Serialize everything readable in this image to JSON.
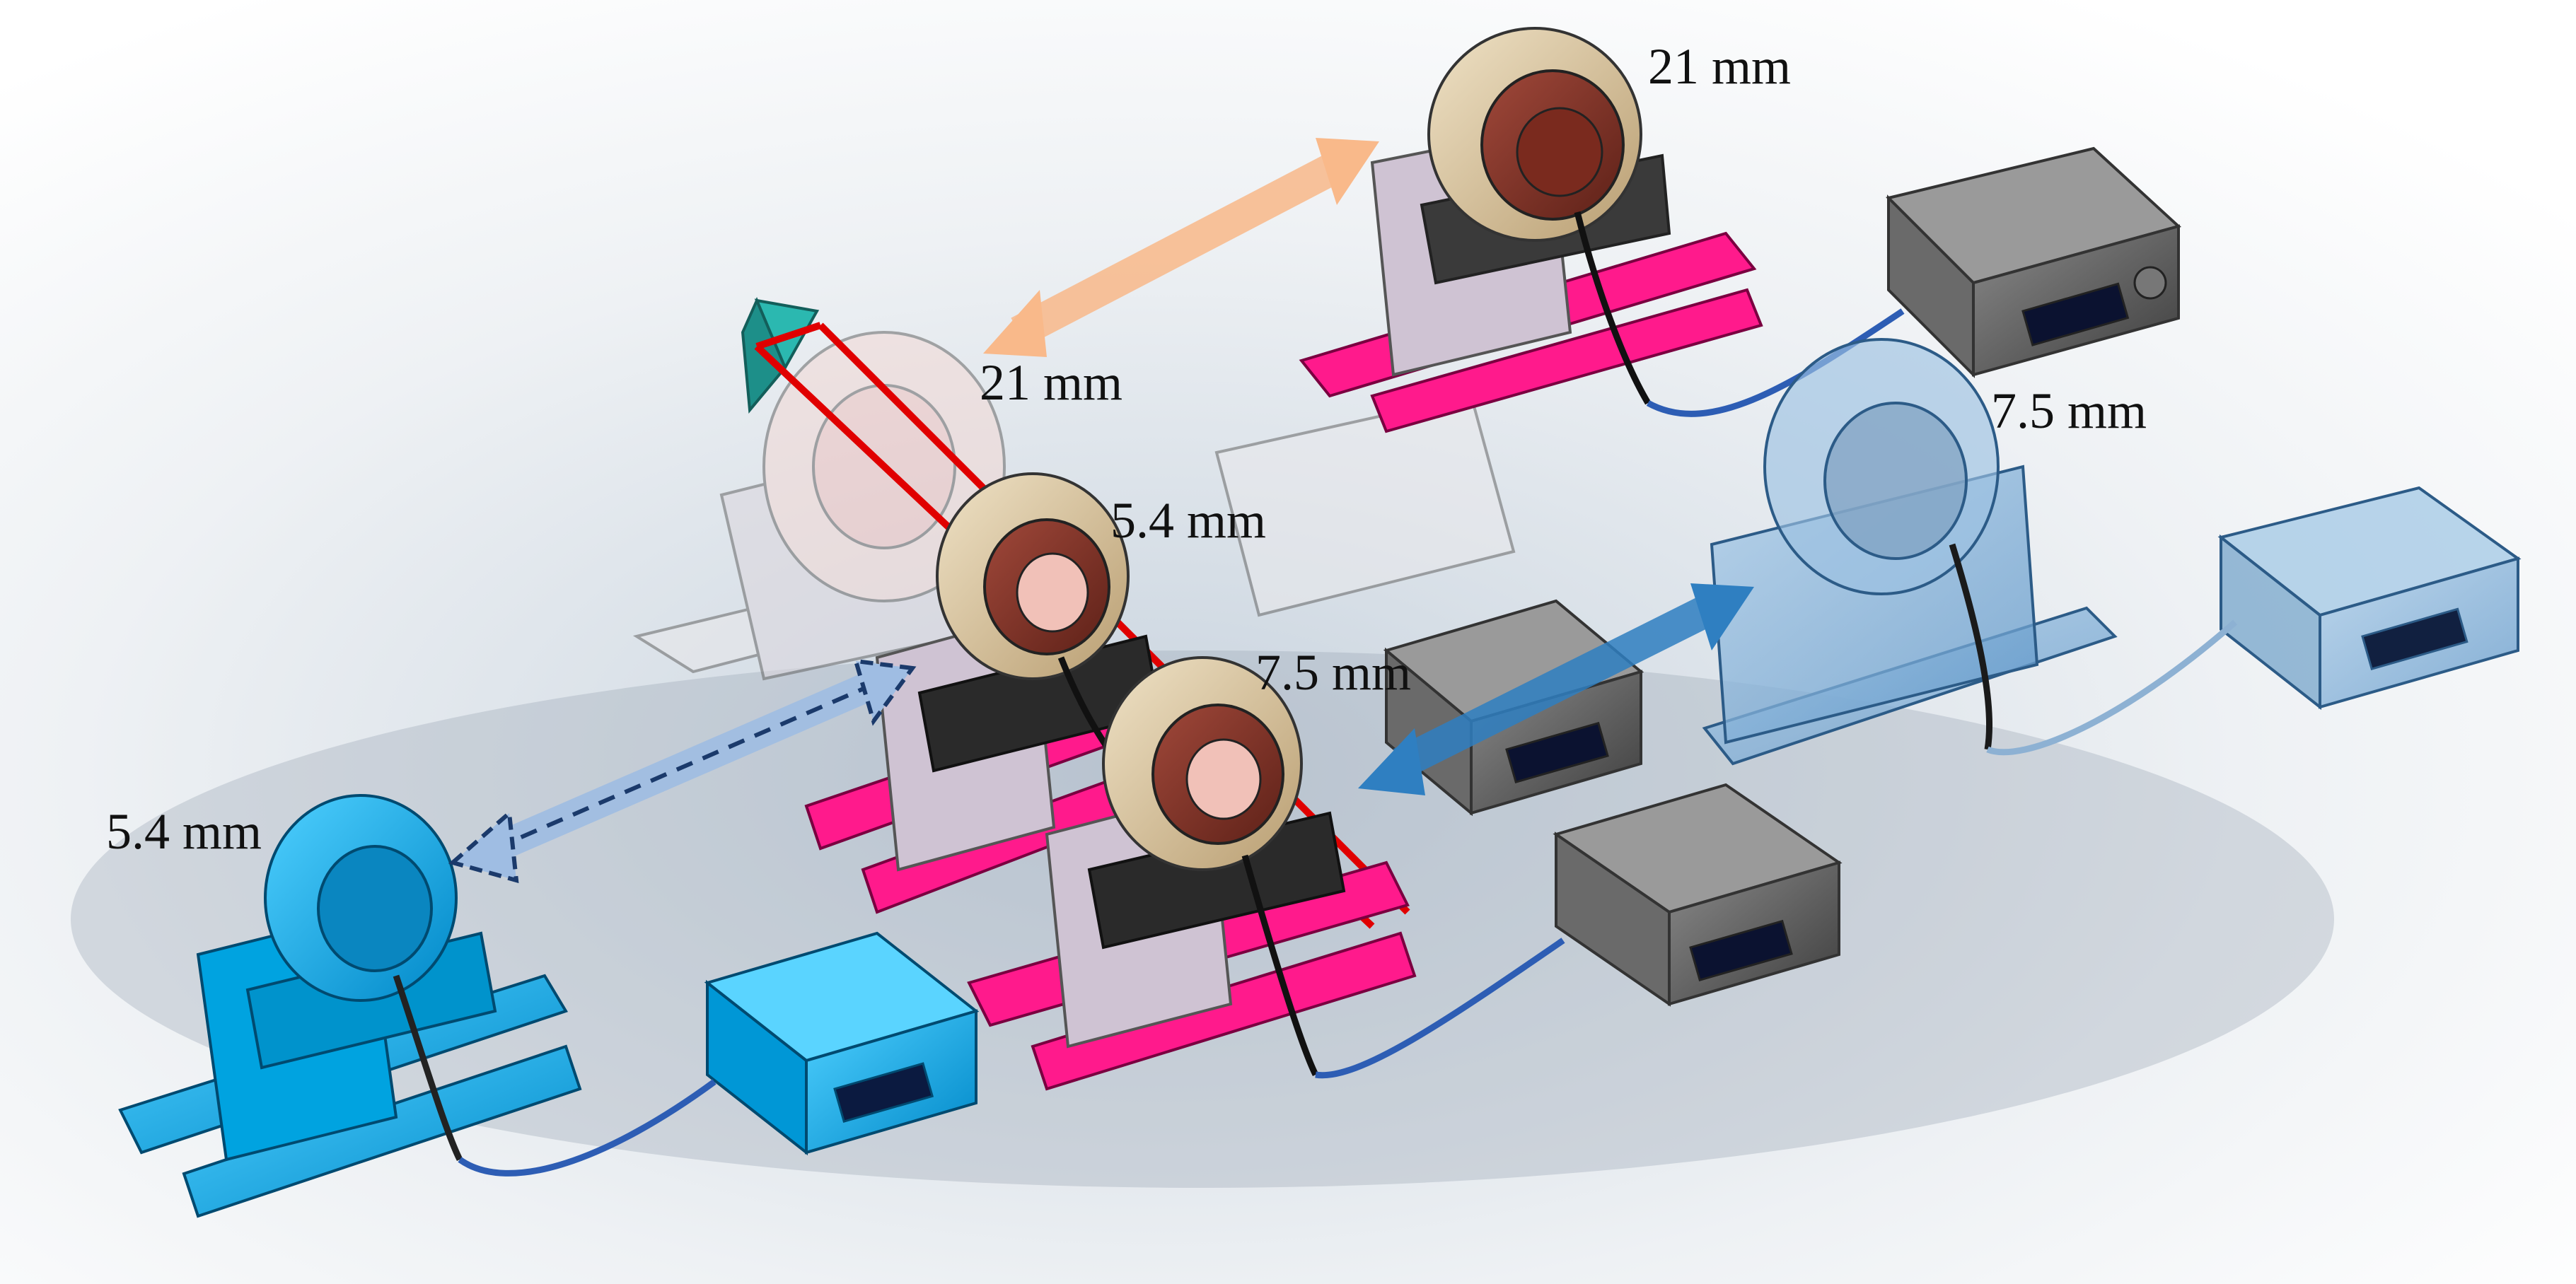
{
  "labels": {
    "top_right_fine": "21 mm",
    "top_center_fine": "21 mm",
    "center_medium": "5.4 mm",
    "right_large": "7.5 mm",
    "center_lower": "7.5 mm",
    "left_small": "5.4 mm"
  },
  "colors": {
    "rail_magenta": "#ff1a8c",
    "device_blue": "#00aeef",
    "ghost_blue": "#6fa8d6",
    "sensor_tan": "#d9c4a0",
    "sensor_core": "#8b3a2a",
    "controller_gray": "#5f5f5f",
    "display_digits": "#2244aa",
    "beam_red": "#e00000",
    "arrow_orange": "#f9b98a",
    "arrow_blue": "#2f7fc1",
    "arrow_dark_dashed": "#1b3a6b",
    "prism_teal": "#2bb8b0"
  },
  "icons": {
    "double_arrow": "double-headed-arrow-icon",
    "digital_display": "seven-segment-display-icon",
    "prism": "prism-icon"
  }
}
